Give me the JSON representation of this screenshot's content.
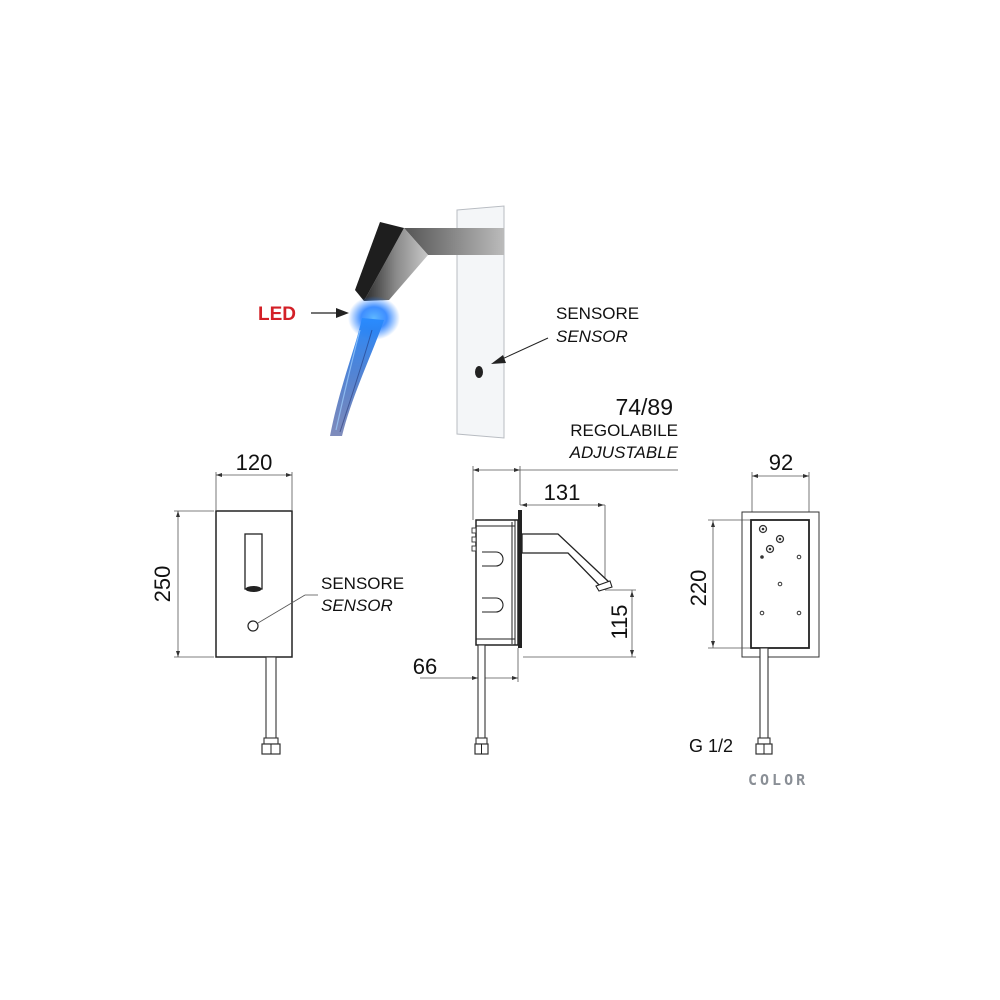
{
  "product_render": {
    "led_label": "LED",
    "sensor_label_it": "SENSORE",
    "sensor_label_en": "SENSOR",
    "led_color": "#2b8fff",
    "led_text_color": "#d32027"
  },
  "front_view": {
    "width_dim": "120",
    "height_dim": "250",
    "sensor_label_it": "SENSORE",
    "sensor_label_en": "SENSOR"
  },
  "side_view": {
    "adjustable_dim": "74/89",
    "adjustable_label_it": "REGOLABILE",
    "adjustable_label_en": "ADJUSTABLE",
    "spout_dim": "131",
    "spout_height_dim": "115",
    "box_depth_dim": "66"
  },
  "rear_view": {
    "width_dim": "92",
    "height_dim": "220",
    "connection_label": "G 1/2"
  },
  "footer": {
    "brand_mark": "COLOR"
  }
}
